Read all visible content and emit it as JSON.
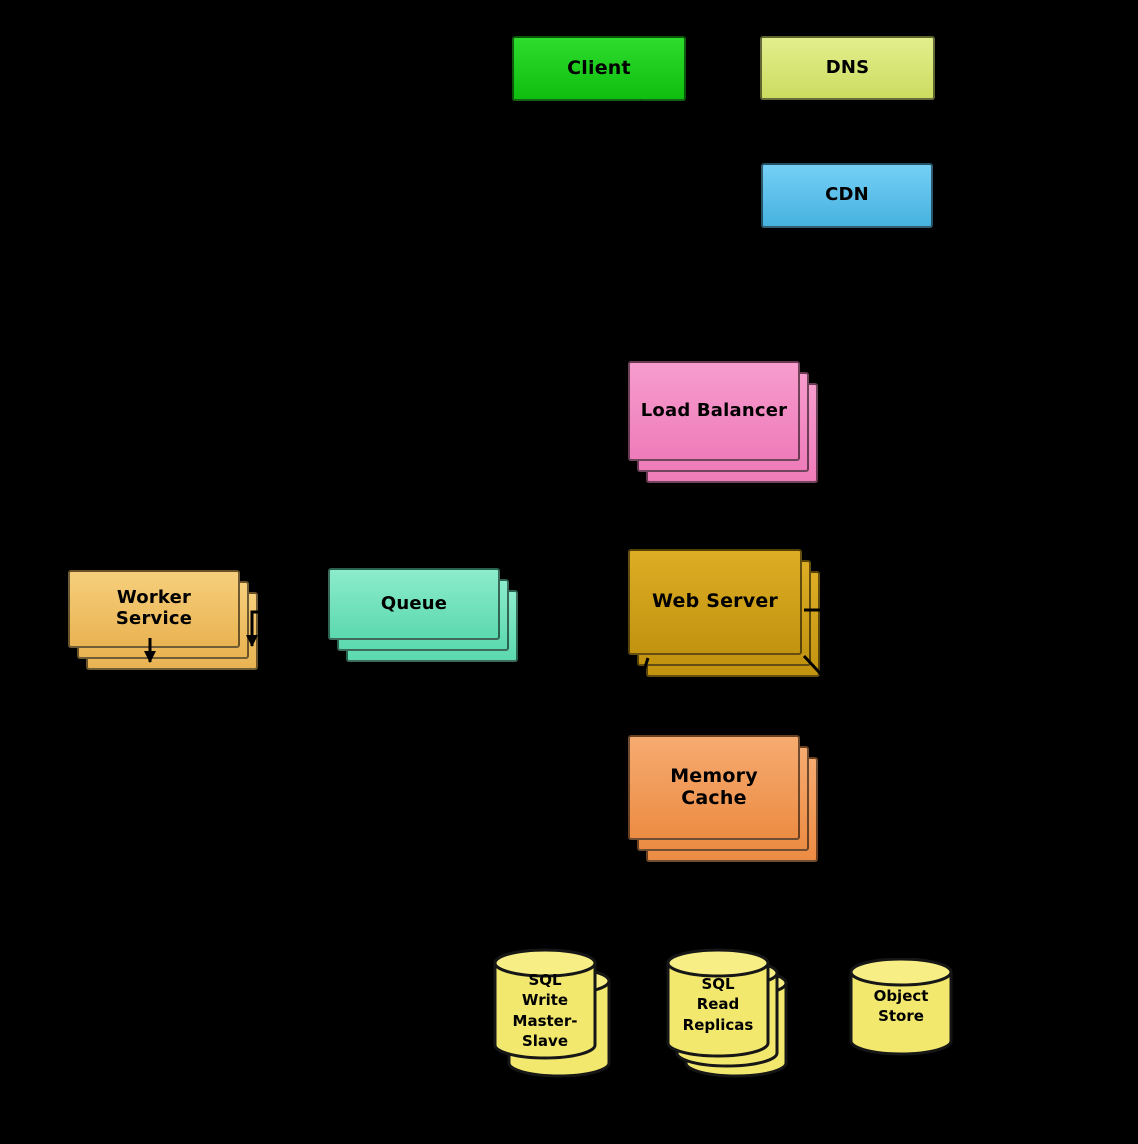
{
  "background_color": "#000000",
  "nodes": {
    "client": {
      "label": "Client",
      "color": "#1ed41e"
    },
    "dns": {
      "label": "DNS",
      "color": "#dcea7f"
    },
    "cdn": {
      "label": "CDN",
      "color": "#66c9f2"
    },
    "load_balancer": {
      "label": "Load Balancer",
      "color": "#f591c7"
    },
    "web_server": {
      "label": "Web Server",
      "color": "#d8a820"
    },
    "worker_service": {
      "label": "Worker\nService",
      "color": "#f4ca70"
    },
    "queue": {
      "label": "Queue",
      "color": "#7ee9c6"
    },
    "memory_cache": {
      "label": "Memory Cache",
      "color": "#f4a566"
    },
    "sql_write_master_slave": {
      "label": "SQL\nWrite\nMaster-\nSlave",
      "color": "#f2e86e"
    },
    "sql_read_replicas": {
      "label": "SQL\nRead\nReplicas",
      "color": "#f2e86e"
    },
    "object_store": {
      "label": "Object\nStore",
      "color": "#f2e86e"
    }
  }
}
